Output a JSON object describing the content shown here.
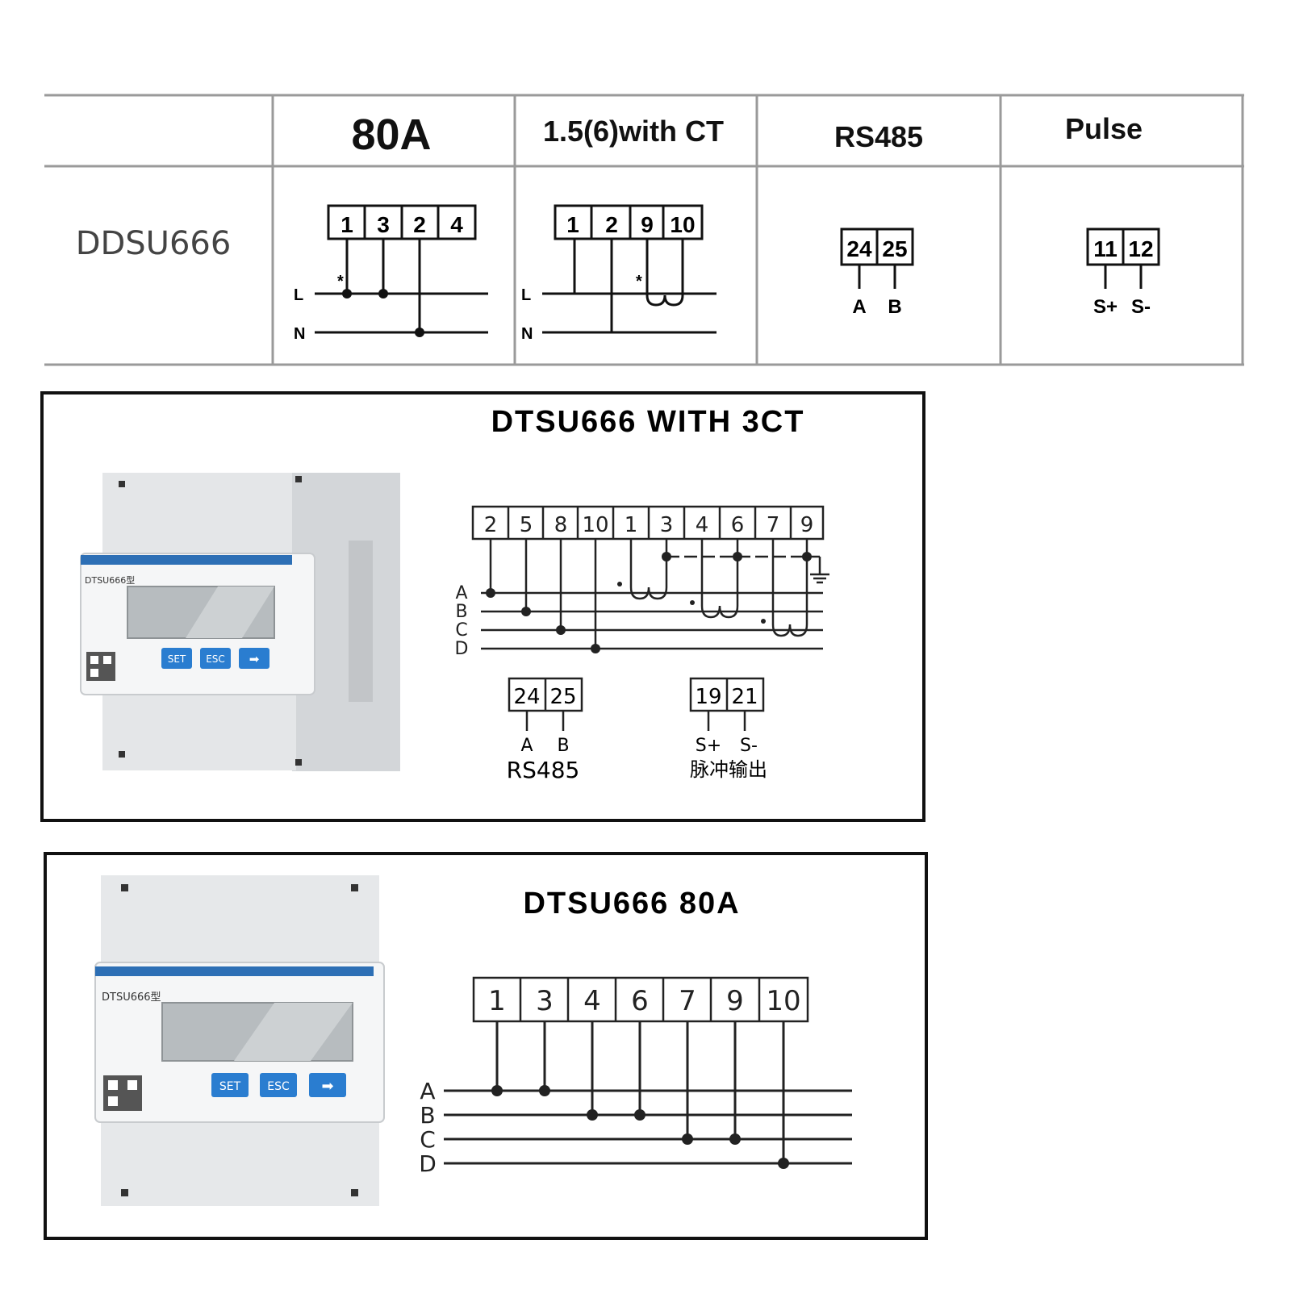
{
  "top_table": {
    "headers": [
      "80A",
      "1.5(6)with CT",
      "RS485",
      "Pulse"
    ],
    "row_label": "DDSU666",
    "col_80a": {
      "terminals": [
        "1",
        "3",
        "2",
        "4"
      ],
      "line_labels": [
        "L",
        "N"
      ]
    },
    "col_ct": {
      "terminals": [
        "1",
        "2",
        "9",
        "10"
      ],
      "line_labels": [
        "L",
        "N"
      ]
    },
    "col_rs485": {
      "terminals": [
        "24",
        "25"
      ],
      "labels": [
        "A",
        "B"
      ]
    },
    "col_pulse": {
      "terminals": [
        "11",
        "12"
      ],
      "labels": [
        "S+",
        "S-"
      ]
    }
  },
  "panel_3ct": {
    "title": "DTSU666 WITH 3CT",
    "terminals": [
      "2",
      "5",
      "8",
      "10",
      "1",
      "3",
      "4",
      "6",
      "7",
      "9"
    ],
    "line_labels": [
      "A",
      "B",
      "C",
      "D"
    ],
    "rs485": {
      "terminals": [
        "24",
        "25"
      ],
      "labels": [
        "A",
        "B"
      ],
      "caption": "RS485"
    },
    "pulse": {
      "terminals": [
        "19",
        "21"
      ],
      "labels": [
        "S+",
        "S-"
      ],
      "caption": "脉冲输出"
    },
    "meter": {
      "model": "DTSU666型",
      "buttons": [
        "SET",
        "ESC",
        "➡"
      ]
    }
  },
  "panel_80a": {
    "title": "DTSU666 80A",
    "terminals": [
      "1",
      "3",
      "4",
      "6",
      "7",
      "9",
      "10"
    ],
    "line_labels": [
      "A",
      "B",
      "C",
      "D"
    ],
    "meter": {
      "model": "DTSU666型",
      "buttons": [
        "SET",
        "ESC",
        "➡"
      ]
    }
  }
}
